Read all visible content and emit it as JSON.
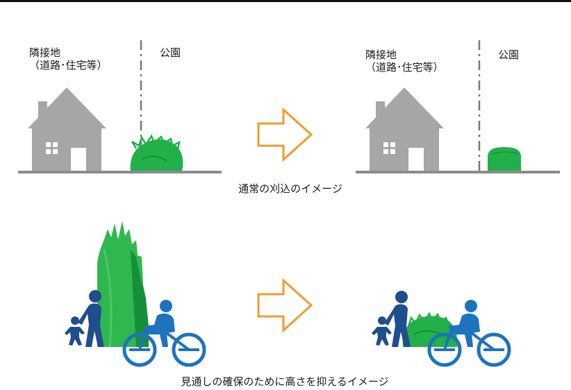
{
  "labels": {
    "neighbor_line1": "隣接地",
    "neighbor_line2": "（道路･住宅等）",
    "park": "公園"
  },
  "captions": {
    "normal_pruning": "通常の刈込のイメージ",
    "visibility_pruning": "見通しの確保のために高さを抑えるイメージ"
  },
  "colors": {
    "house": "#a6a6a6",
    "ground": "#8c8c8c",
    "shrub": "#22b04a",
    "shrub_dark": "#178f3a",
    "tall_tree": "#2fb84f",
    "arrow_stroke": "#f39a2b",
    "person": "#1f4e8c",
    "cyclist": "#1e73be"
  },
  "icons": {
    "house": "house-icon",
    "shrub": "shrub-icon",
    "arrow": "right-arrow-icon",
    "pedestrian": "pedestrian-icon",
    "child": "child-icon",
    "cyclist": "cyclist-icon"
  }
}
